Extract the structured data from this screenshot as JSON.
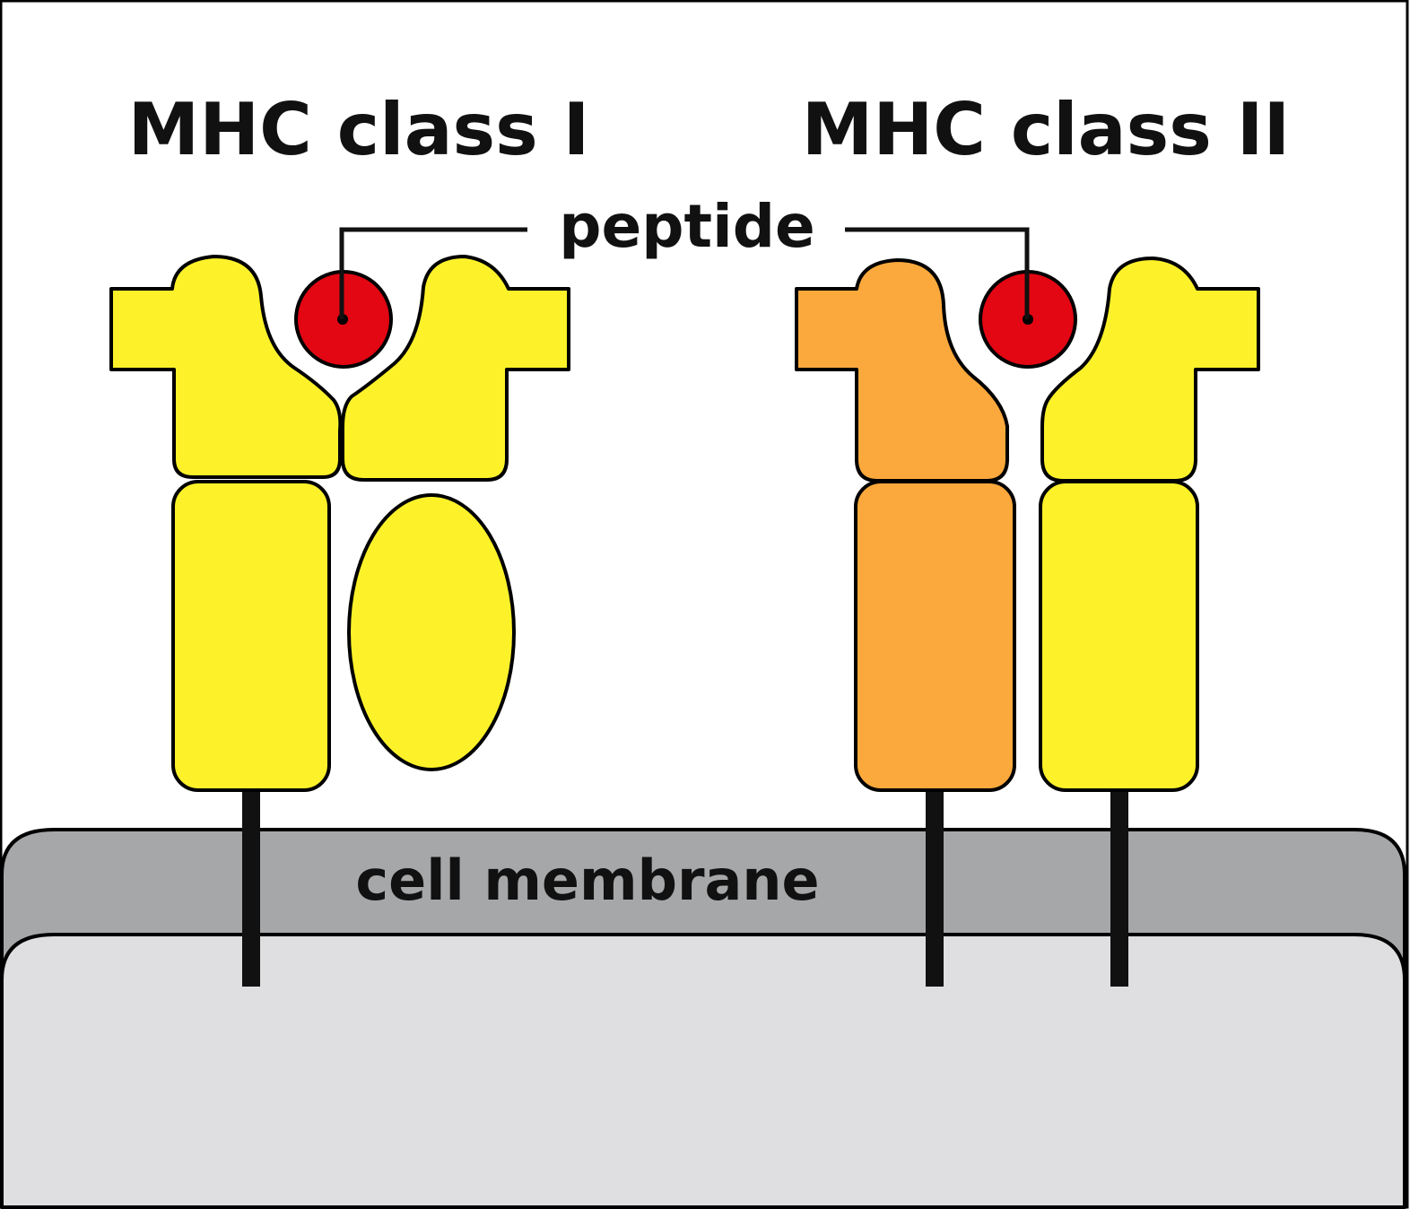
{
  "labels": {
    "class_one": "MHC class I",
    "class_two": "MHC class II",
    "peptide": "peptide",
    "membrane": "cell membrane"
  },
  "colors": {
    "background": "#ffffff",
    "cytoplasm": "#dfdfe1",
    "membrane": "#a6a7a9",
    "protein_yellow": "#fdf22a",
    "protein_orange": "#fba93c",
    "peptide_red": "#e30613",
    "outline": "#000000"
  }
}
